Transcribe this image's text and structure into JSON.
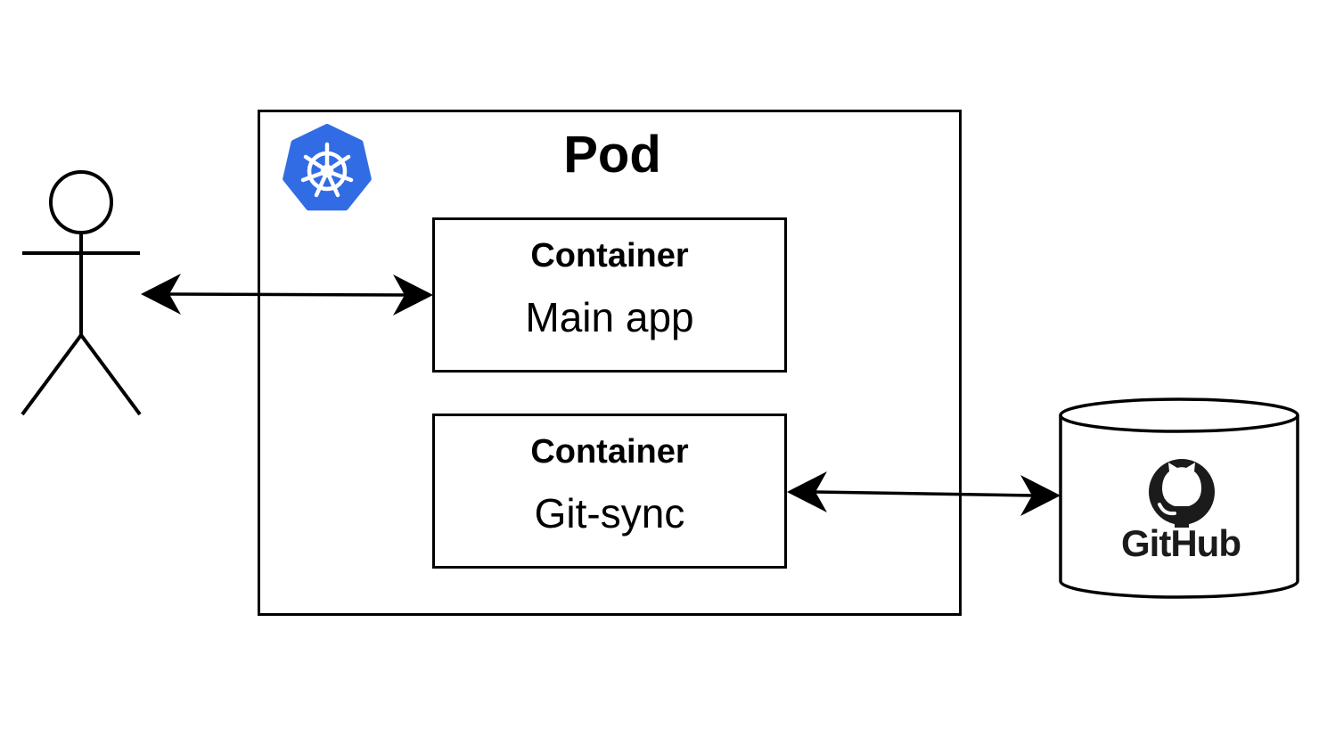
{
  "pod": {
    "title": "Pod"
  },
  "containers": [
    {
      "type": "Container",
      "name": "Main app"
    },
    {
      "type": "Container",
      "name": "Git-sync"
    }
  ],
  "repository": {
    "label": "GitHub"
  },
  "colors": {
    "kubernetes_blue": "#326ce5",
    "line": "#000000",
    "github_dark": "#1b1b1b"
  },
  "icons": {
    "user": "actor-stick-figure-icon",
    "kubernetes": "kubernetes-logo-icon",
    "github": "github-octocat-icon",
    "storage": "database-cylinder-icon"
  }
}
